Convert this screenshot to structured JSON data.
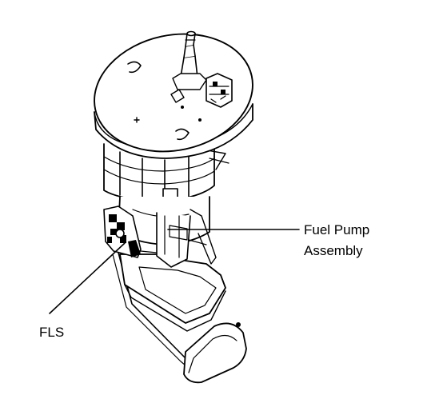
{
  "labels": {
    "pump_line1": "Fuel Pump",
    "pump_line2": "Assembly",
    "fls": "FLS"
  },
  "colors": {
    "ink": "#000000",
    "shade": "#e2e2e2",
    "paper": "#ffffff"
  }
}
